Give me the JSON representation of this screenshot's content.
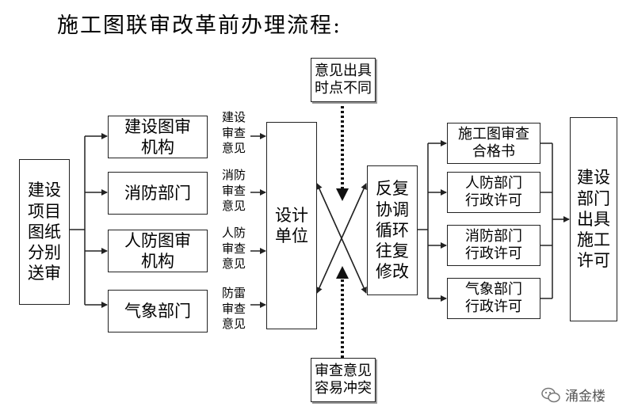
{
  "title": "施工图联审改革前办理流程:",
  "source_box": "建设\n项目\n图纸\n分别\n送审",
  "review_units": [
    {
      "label": "建设图审\n机构",
      "opinion": "建设\n审查\n意见"
    },
    {
      "label": "消防部门",
      "opinion": "消防\n审查\n意见"
    },
    {
      "label": "人防图审\n机构",
      "opinion": "人防\n审查\n意见"
    },
    {
      "label": "气象部门",
      "opinion": "防雷\n审查\n意见"
    }
  ],
  "design_unit": "设计\n单位",
  "top_note": "意见出具\n时点不同",
  "bottom_note": "审查意见\n容易冲突",
  "loop_box": "反复\n协调\n循环\n往复\n修改",
  "outputs": [
    "施工图审查\n合格书",
    "人防部门\n行政许可",
    "消防部门\n行政许可",
    "气象部门\n行政许可"
  ],
  "final_box": "建设\n部门\n出具\n施工\n许可",
  "watermark": "涌金楼"
}
